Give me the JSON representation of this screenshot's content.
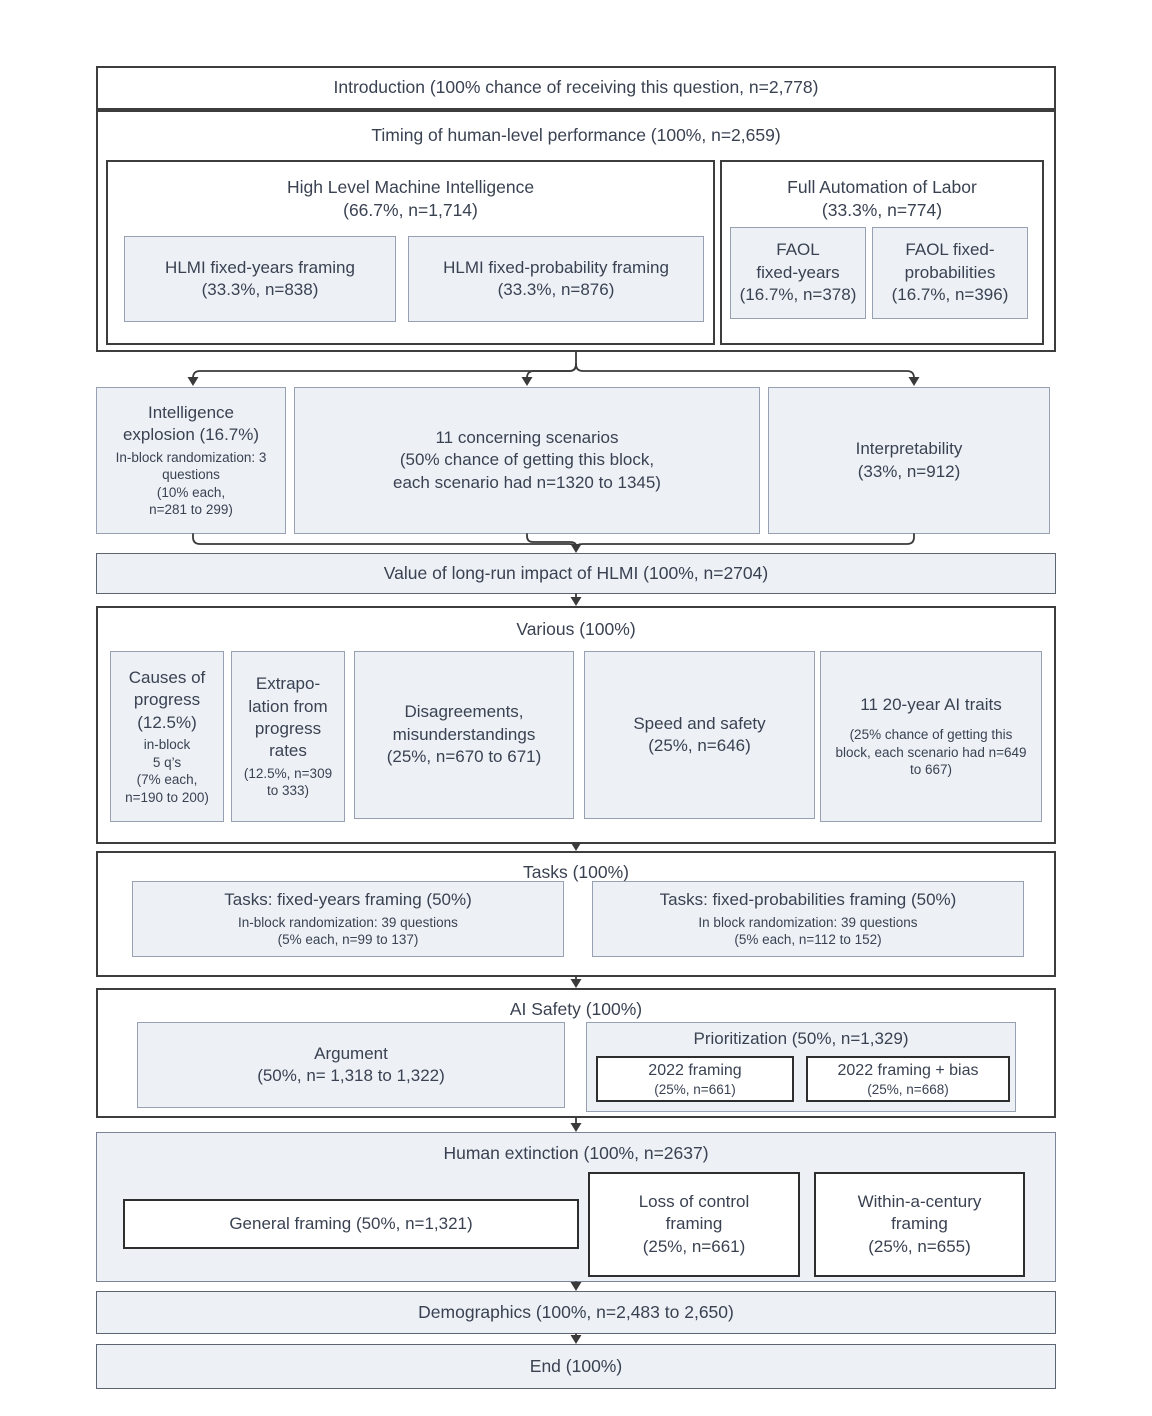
{
  "title": "Survey structure flow diagram",
  "colors": {
    "ink": "#3a4252",
    "dark_border": "#3d3d3d",
    "light_fill": "#edf1f6",
    "light_border": "#97a1b1",
    "arrow": "#3a3a3a"
  },
  "nodes": {
    "intro": {
      "label": "Introduction (100% chance of receiving this question, n=2,778)"
    },
    "timing": {
      "label": "Timing of human-level performance (100%, n=2,659)"
    },
    "hlmi": {
      "label": "High Level Machine Intelligence\n(66.7%, n=1,714)"
    },
    "hlmi_years": {
      "label": "HLMI fixed-years framing\n(33.3%, n=838)"
    },
    "hlmi_prob": {
      "label": "HLMI fixed-probability framing\n(33.3%, n=876)"
    },
    "faol": {
      "label": "Full Automation of Labor\n(33.3%, n=774)"
    },
    "faol_years": {
      "label": "FAOL\nfixed-years\n(16.7%, n=378)"
    },
    "faol_prob": {
      "label": "FAOL fixed-\nprobabilities\n(16.7%, n=396)"
    },
    "intel": {
      "label": "Intelligence\nexplosion (16.7%)",
      "sub": "In-block randomization: 3\nquestions\n(10% each,\nn=281 to 299)"
    },
    "scenarios": {
      "label": "11 concerning scenarios\n(50% chance of getting this block,\neach scenario had n=1320 to 1345)"
    },
    "interp": {
      "label": "Interpretability\n(33%, n=912)"
    },
    "value": {
      "label": "Value of long-run impact of HLMI (100%, n=2704)"
    },
    "various": {
      "label": "Various (100%)"
    },
    "causes": {
      "label": "Causes of\nprogress\n(12.5%)",
      "sub": "in-block\n5 q’s\n(7% each,\nn=190 to 200)"
    },
    "extrap": {
      "label": "Extrapo-\nlation from\nprogress\nrates",
      "sub": "(12.5%, n=309\nto 333)"
    },
    "disagree": {
      "label": "Disagreements,\nmisunderstandings\n(25%, n=670 to 671)"
    },
    "speed": {
      "label": "Speed and safety\n(25%, n=646)"
    },
    "traits": {
      "label": "11 20-year AI traits",
      "sub": "(25% chance of getting this\nblock, each scenario had n=649\nto 667)"
    },
    "tasks": {
      "label": "Tasks (100%)"
    },
    "tasks_years": {
      "label": "Tasks: fixed-years framing (50%)",
      "sub": "In-block randomization: 39 questions\n(5% each, n=99 to 137)"
    },
    "tasks_prob": {
      "label": "Tasks: fixed-probabilities framing (50%)",
      "sub": "In block randomization: 39 questions\n(5% each, n=112 to 152)"
    },
    "aisafety": {
      "label": "AI Safety (100%)"
    },
    "argument": {
      "label": "Argument\n(50%, n= 1,318 to 1,322)"
    },
    "prior": {
      "label": "Prioritization (50%, n=1,329)"
    },
    "framing2022": {
      "label": "2022 framing",
      "sub": "(25%, n=661)"
    },
    "framing2022bias": {
      "label": "2022 framing + bias",
      "sub": "(25%, n=668)"
    },
    "humanext": {
      "label": "Human extinction (100%, n=2637)"
    },
    "general": {
      "label": "General framing (50%, n=1,321)"
    },
    "loss": {
      "label": "Loss of control\nframing\n(25%, n=661)"
    },
    "century": {
      "label": "Within-a-century\nframing\n(25%, n=655)"
    },
    "demographics": {
      "label": "Demographics (100%, n=2,483 to 2,650)"
    },
    "end": {
      "label": "End (100%)"
    }
  }
}
